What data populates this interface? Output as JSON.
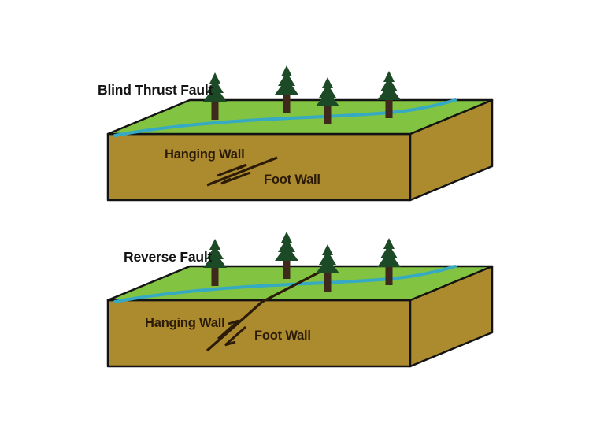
{
  "colors": {
    "background": "#ffffff",
    "grass": "#82c341",
    "soil": "#ac8b2e",
    "outline": "#131313",
    "river": "#36a9c3",
    "tree_foliage": "#1d4a26",
    "tree_trunk": "#3f291d",
    "fault_line": "#2b1b07",
    "label_text": "#2b1b07",
    "title_text": "#131313"
  },
  "diagrams": [
    {
      "title": "Blind Thrust Fault",
      "hanging_wall_label": "Hanging Wall",
      "foot_wall_label": "Foot Wall",
      "fault_reaches_surface": false,
      "tree_count": 4
    },
    {
      "title": "Reverse Fault",
      "hanging_wall_label": "Hanging Wall",
      "foot_wall_label": "Foot Wall",
      "fault_reaches_surface": true,
      "tree_count": 4
    }
  ]
}
